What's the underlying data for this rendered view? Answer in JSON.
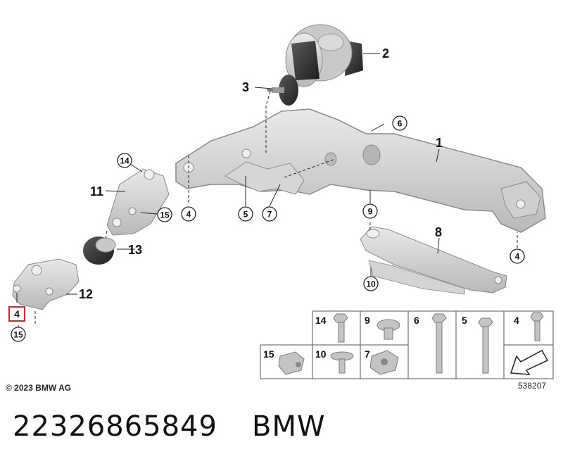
{
  "callouts": {
    "c1": "1",
    "c2": "2",
    "c3": "3",
    "c4a": "4",
    "c4b": "4",
    "c4c": "4",
    "c5": "5",
    "c6": "6",
    "c7": "7",
    "c8": "8",
    "c9": "9",
    "c10": "10",
    "c11": "11",
    "c12": "12",
    "c13": "13",
    "c14": "14",
    "c15a": "15",
    "c15b": "15"
  },
  "legend": {
    "row1": [
      "14",
      "9",
      "6",
      "5",
      "4"
    ],
    "row2": [
      "15",
      "10",
      "7"
    ]
  },
  "copyright": "© 2023 BMW AG",
  "image_number": "538207",
  "part_number": "22326865849",
  "brand": "BMW",
  "highlight_color": "#e0202a"
}
